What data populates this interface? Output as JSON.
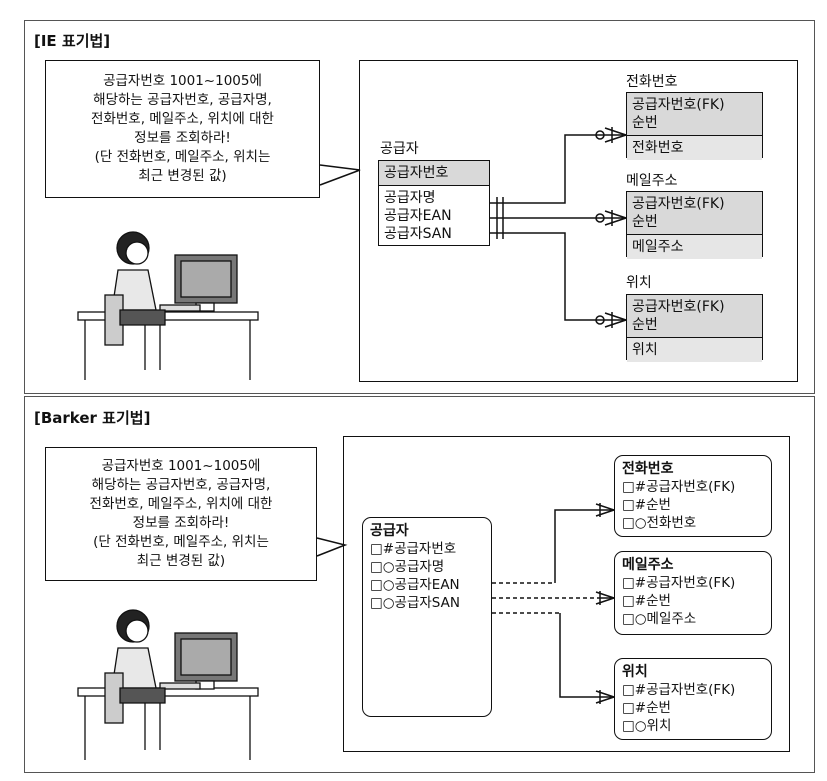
{
  "ie": {
    "title": "[IE 표기법]",
    "bubble_lines": [
      "공급자번호 1001~1005에",
      "해당하는 공급자번호, 공급자명,",
      "전화번호, 메일주소, 위치에 대한",
      "정보를 조회하라!",
      "(단 전화번호, 메일주소, 위치는",
      "최근 변경된 값)"
    ],
    "supplier": {
      "label": "공급자",
      "pk": "공급자번호",
      "attrs": [
        "공급자명",
        "공급자EAN",
        "공급자SAN"
      ]
    },
    "phone": {
      "label": "전화번호",
      "pk": [
        "공급자번호(FK)",
        "순번"
      ],
      "attrs": [
        "전화번호"
      ]
    },
    "email": {
      "label": "메일주소",
      "pk": [
        "공급자번호(FK)",
        "순번"
      ],
      "attrs": [
        "메일주소"
      ]
    },
    "location": {
      "label": "위치",
      "pk": [
        "공급자번호(FK)",
        "순번"
      ],
      "attrs": [
        "위치"
      ]
    }
  },
  "barker": {
    "title": "[Barker 표기법]",
    "bubble_lines": [
      "공급자번호 1001~1005에",
      "해당하는 공급자번호, 공급자명,",
      "전화번호, 메일주소, 위치에 대한",
      "정보를 조회하라!",
      "(단 전화번호, 메일주소, 위치는",
      "최근 변경된 값)"
    ],
    "supplier": {
      "name": "공급자",
      "attrs": [
        "□#공급자번호",
        "□○공급자명",
        "□○공급자EAN",
        "□○공급자SAN"
      ]
    },
    "phone": {
      "name": "전화번호",
      "attrs": [
        "□#공급자번호(FK)",
        "□#순번",
        "□○전화번호"
      ]
    },
    "email": {
      "name": "메일주소",
      "attrs": [
        "□#공급자번호(FK)",
        "□#순번",
        "□○메일주소"
      ]
    },
    "location": {
      "name": "위치",
      "attrs": [
        "□#공급자번호(FK)",
        "□#순번",
        "□○위치"
      ]
    }
  }
}
